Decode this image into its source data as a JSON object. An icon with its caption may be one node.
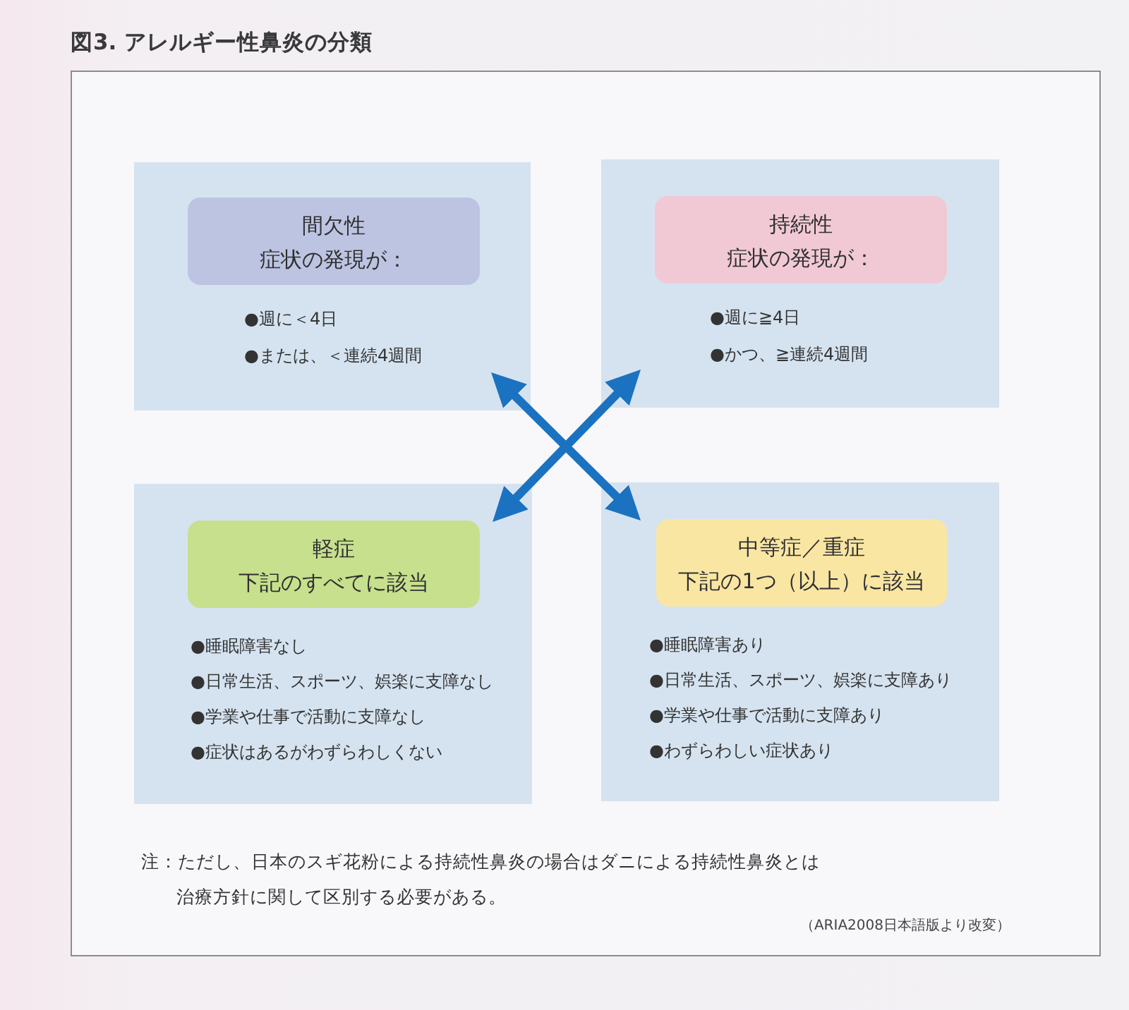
{
  "diagram": {
    "title": "図3. アレルギー性鼻炎の分類",
    "nodes": [
      {
        "text": [
          "●週に＜4日",
          "●または、＜連続4週間"
        ]
      },
      {
        "text": [
          "間欠性",
          "症状の発現が："
        ],
        "in": 0
      },
      {
        "text": [
          "●週に≧4日",
          "●かつ、≧連続4週間"
        ]
      },
      {
        "text": [
          "持続性",
          "症状の発現が："
        ],
        "in": 2
      },
      {
        "text": [
          "●睡眠障害なし",
          "●日常生活、スポーツ、娯楽に支障なし",
          "●学業や仕事で活動に支障なし",
          "●症状はあるがわずらわしくない"
        ]
      },
      {
        "text": [
          "軽症",
          "下記のすべてに該当"
        ],
        "in": 4
      },
      {
        "text": [
          "●睡眠障害あり",
          "●日常生活、スポーツ、娯楽に支障あり",
          "●学業や仕事で活動に支障あり",
          "●わずらわしい症状あり"
        ]
      },
      {
        "text": [
          "中等症／重症",
          "下記の1つ（以上）に該当"
        ],
        "in": 6
      }
    ],
    "edges": [
      {
        "from": 0,
        "to": 6,
        "arrow": "both"
      },
      {
        "from": 2,
        "to": 4,
        "arrow": "both"
      }
    ],
    "labels": [
      "注：ただし、日本のスギ花粉による持続性鼻炎の場合はダニによる持続性鼻炎とは治療方針に関して区別する必要がある。",
      "（ARIA2008日本語版より改変）"
    ]
  }
}
